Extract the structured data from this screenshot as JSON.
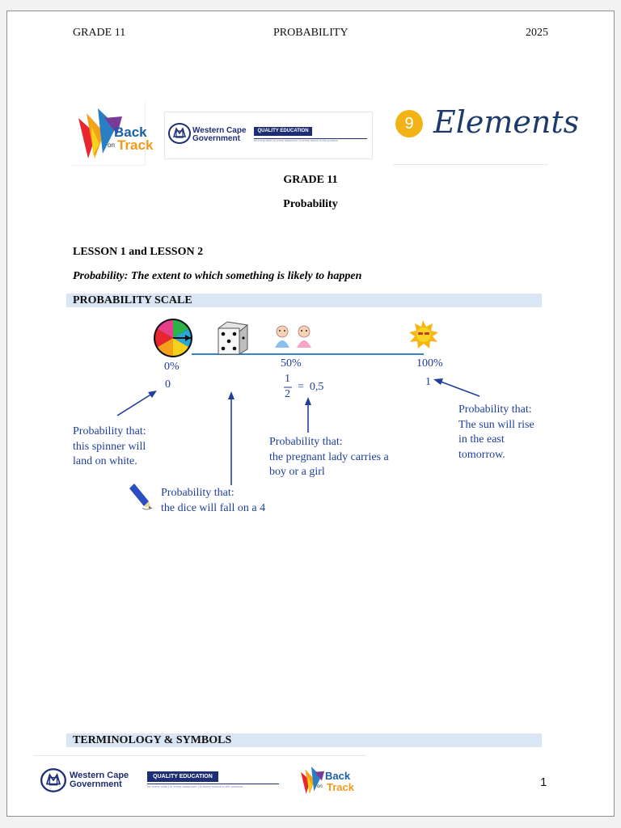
{
  "header": {
    "left": "GRADE 11",
    "center": "PROBABILITY",
    "right": "2025"
  },
  "logos": {
    "backtrack": {
      "top": "Back",
      "small": "on",
      "bottom": "Track"
    },
    "wcg": {
      "line1": "Western Cape",
      "line2": "Government"
    },
    "quality": {
      "badge": "QUALITY EDUCATION",
      "tagline": "for every child | in every classroom | in every school in the province"
    },
    "elements": {
      "number": "9",
      "word": "Elements"
    }
  },
  "title": {
    "grade": "GRADE 11",
    "subject": "Probability"
  },
  "lesson": {
    "heading": "LESSON 1 and LESSON 2",
    "definition": "Probability:  The extent to which something is likely to happen"
  },
  "scale_section": {
    "heading": "PROBABILITY SCALE",
    "markers": {
      "zero_pct": "0%",
      "zero_val": "0",
      "half_pct": "50%",
      "half_num": "1",
      "half_den": "2",
      "half_eq": "=  0,5",
      "full_pct": "100%",
      "full_val": "1"
    },
    "notes": {
      "spinner": [
        "Probability that:",
        "this spinner will",
        "land on white."
      ],
      "dice": [
        "Probability that:",
        "the dice will fall on a 4"
      ],
      "pregnant": [
        "Probability that:",
        "the pregnant lady carries a",
        "boy or a girl"
      ],
      "sun": [
        "Probability that:",
        "The sun will rise",
        "in the east",
        "tomorrow."
      ]
    }
  },
  "terminology": {
    "heading": "TERMINOLOGY & SYMBOLS"
  },
  "footer": {
    "page_number": "1"
  },
  "colors": {
    "text_blue": "#1f3f9b",
    "band": "#dae6f3",
    "brand_navy": "#1d2e73",
    "elements_gold": "#f2b316"
  }
}
